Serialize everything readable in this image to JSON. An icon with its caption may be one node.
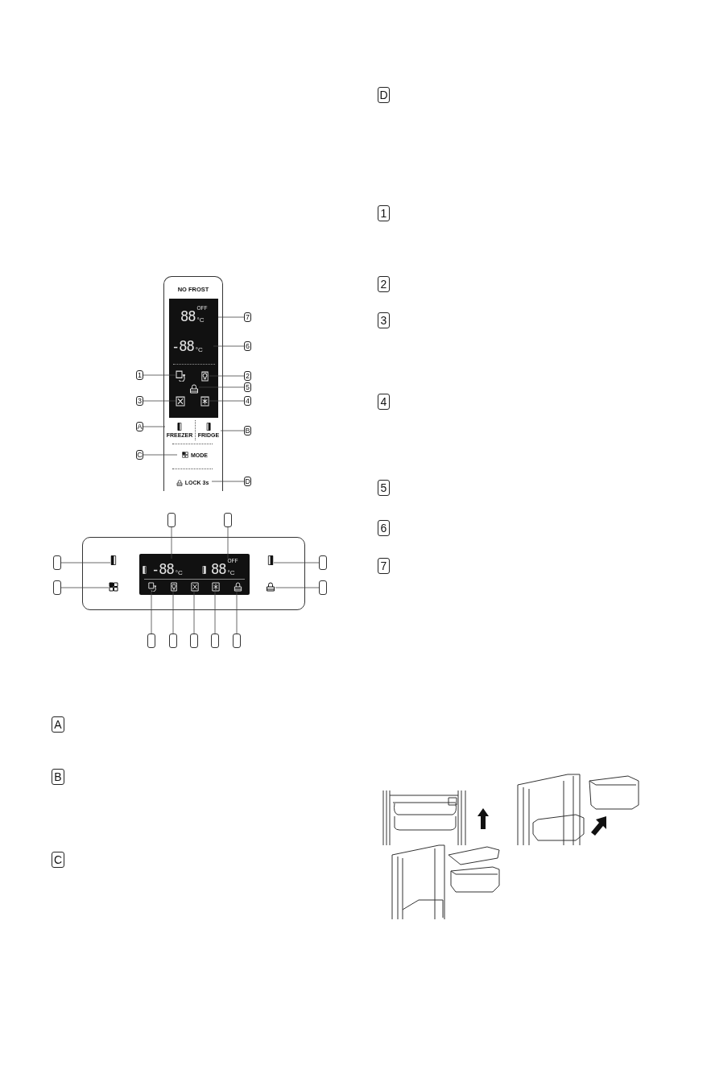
{
  "diagram": {
    "nodes": [
      {
        "text": [
          "NO FROST"
        ]
      },
      {
        "text": [
          "88",
          "OFF",
          "°C"
        ],
        "in": 0
      },
      {
        "text": [
          "-88",
          "°C"
        ],
        "in": 0
      },
      {
        "text": [],
        "shape": "icon",
        "in": 0
      },
      {
        "text": [],
        "shape": "icon",
        "in": 0
      },
      {
        "text": [],
        "shape": "icon",
        "in": 0
      },
      {
        "text": [],
        "shape": "icon",
        "in": 0
      },
      {
        "text": [],
        "shape": "icon",
        "in": 0
      },
      {
        "text": [
          "FREEZER"
        ],
        "in": 0
      },
      {
        "text": [
          "FRIDGE"
        ],
        "in": 0
      },
      {
        "text": [
          "MODE"
        ],
        "in": 0
      },
      {
        "text": [
          "LOCK 3s"
        ],
        "in": 0
      },
      {
        "text": [
          "7"
        ]
      },
      {
        "text": [
          "6"
        ]
      },
      {
        "text": [
          "1"
        ]
      },
      {
        "text": [
          "2"
        ]
      },
      {
        "text": [
          "5"
        ]
      },
      {
        "text": [
          "3"
        ]
      },
      {
        "text": [
          "4"
        ]
      },
      {
        "text": [
          "A"
        ]
      },
      {
        "text": [
          "B"
        ]
      },
      {
        "text": [
          "C"
        ]
      },
      {
        "text": [
          "D"
        ]
      },
      {
        "text": [],
        "shape": "box"
      },
      {
        "text": [],
        "shape": "icon",
        "in": 23
      },
      {
        "text": [],
        "shape": "icon",
        "in": 23
      },
      {
        "text": [
          "-88",
          "°C"
        ],
        "in": 23
      },
      {
        "text": [
          "88",
          "OFF",
          "°C"
        ],
        "in": 23
      },
      {
        "text": [],
        "shape": "icon",
        "in": 23
      },
      {
        "text": [],
        "shape": "icon",
        "in": 23
      },
      {
        "text": [],
        "shape": "icon",
        "in": 23
      },
      {
        "text": [],
        "shape": "icon",
        "in": 23
      },
      {
        "text": [],
        "shape": "icon",
        "in": 23
      },
      {
        "text": [],
        "shape": "icon",
        "in": 23
      },
      {
        "text": [],
        "shape": "icon",
        "in": 23
      },
      {
        "text": [],
        "shape": "box"
      },
      {
        "text": [],
        "shape": "box"
      },
      {
        "text": [],
        "shape": "box"
      },
      {
        "text": [],
        "shape": "box"
      },
      {
        "text": [],
        "shape": "box"
      },
      {
        "text": [],
        "shape": "box"
      },
      {
        "text": [],
        "shape": "box"
      },
      {
        "text": [],
        "shape": "box"
      },
      {
        "text": [],
        "shape": "box"
      },
      {
        "text": [],
        "shape": "box"
      },
      {
        "text": [],
        "shape": "box"
      }
    ],
    "edges": [
      {
        "from": 12,
        "to": 1,
        "arrow": "none"
      },
      {
        "from": 13,
        "to": 2,
        "arrow": "none"
      },
      {
        "from": 14,
        "to": 3,
        "arrow": "none"
      },
      {
        "from": 15,
        "to": 4,
        "arrow": "none"
      },
      {
        "from": 16,
        "to": 5,
        "arrow": "none"
      },
      {
        "from": 17,
        "to": 6,
        "arrow": "none"
      },
      {
        "from": 18,
        "to": 7,
        "arrow": "none"
      },
      {
        "from": 19,
        "to": 8,
        "arrow": "none"
      },
      {
        "from": 20,
        "to": 9,
        "arrow": "none"
      },
      {
        "from": 21,
        "to": 10,
        "arrow": "none"
      },
      {
        "from": 22,
        "to": 11,
        "arrow": "none"
      },
      {
        "from": 35,
        "to": 26,
        "arrow": "none"
      },
      {
        "from": 36,
        "to": 27,
        "arrow": "none"
      },
      {
        "from": 37,
        "to": 24,
        "arrow": "none"
      },
      {
        "from": 38,
        "to": 25,
        "arrow": "none"
      },
      {
        "from": 39,
        "to": 28,
        "arrow": "none"
      },
      {
        "from": 40,
        "to": 29,
        "arrow": "none"
      },
      {
        "from": 41,
        "to": 30,
        "arrow": "none"
      },
      {
        "from": 42,
        "to": 31,
        "arrow": "none"
      },
      {
        "from": 43,
        "to": 32,
        "arrow": "none"
      },
      {
        "from": 44,
        "to": 33,
        "arrow": "none"
      },
      {
        "from": 45,
        "to": 34,
        "arrow": "none"
      }
    ],
    "labels": [
      "A",
      "B",
      "C",
      "D",
      "1",
      "2",
      "3",
      "4",
      "5",
      "6",
      "7"
    ]
  }
}
